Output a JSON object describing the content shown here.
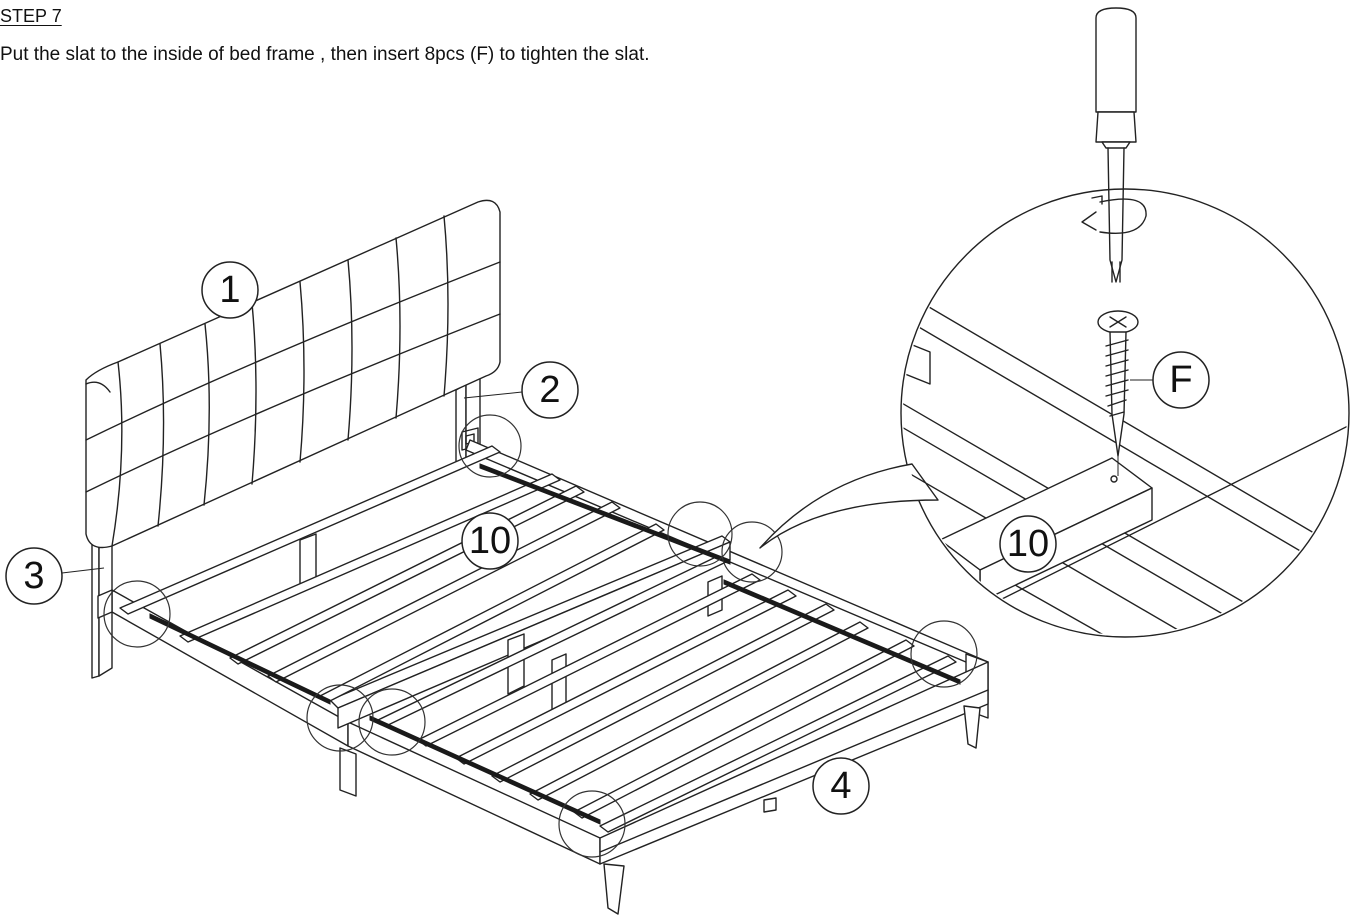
{
  "step": {
    "title": "STEP 7",
    "instruction": "Put the slat to the inside of bed frame , then insert 8pcs (F) to tighten the slat."
  },
  "labels": {
    "headboard": "1",
    "right_rail": "2",
    "left_rail": "3",
    "foot_rail": "4",
    "slat": "10",
    "slat_detail": "10",
    "screw": "F"
  },
  "icons": [
    "screwdriver-icon",
    "rotate-arrow-icon",
    "screw-icon"
  ]
}
